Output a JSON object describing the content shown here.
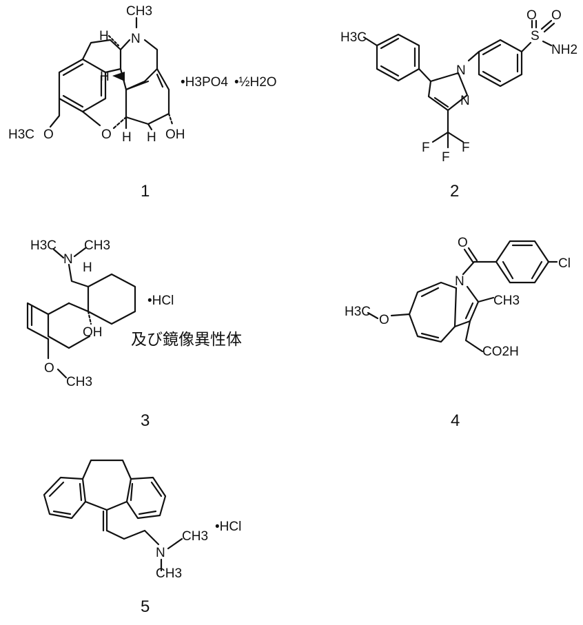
{
  "compounds": [
    {
      "number": "1",
      "atoms": {
        "nme": "N",
        "ch3": "CH3",
        "h_top": "H",
        "h_mid": "H",
        "h_b1": "H",
        "h_b2": "H",
        "oh": "OH",
        "o_ring": "O",
        "o_meo": "O",
        "h3c": "H3C"
      },
      "salt": [
        "•H3PO4",
        "•½H2O"
      ]
    },
    {
      "number": "2",
      "atoms": {
        "h3c": "H3C",
        "n1": "N",
        "n2": "N",
        "s": "S",
        "o1": "O",
        "o2": "O",
        "nh2": "NH2",
        "f1": "F",
        "f2": "F",
        "f3": "F"
      }
    },
    {
      "number": "3",
      "atoms": {
        "h3c": "H3C",
        "n": "N",
        "ch3": "CH3",
        "h": "H",
        "oh": "OH",
        "o": "O",
        "och3": "CH3"
      },
      "salt": "•HCl",
      "note": "及び鏡像異性体"
    },
    {
      "number": "4",
      "atoms": {
        "o_keto": "O",
        "n": "N",
        "cl": "Cl",
        "ch3": "CH3",
        "h3c": "H3C",
        "o": "O",
        "co2h": "CO2H"
      }
    },
    {
      "number": "5",
      "atoms": {
        "n": "N",
        "ch3a": "CH3",
        "ch3b": "CH3"
      },
      "salt": "•HCl"
    }
  ]
}
